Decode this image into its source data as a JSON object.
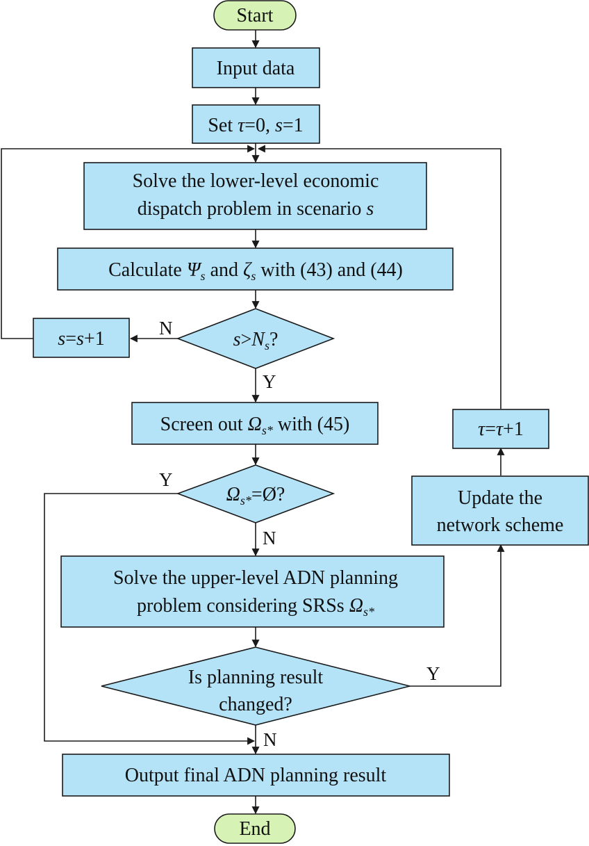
{
  "colors": {
    "process_fill": "#b4e2f6",
    "terminal_fill": "#d6f2b4",
    "stroke": "#1a1a1a"
  },
  "nodes": {
    "start": "Start",
    "input": "Input data",
    "set_pre": "Set ",
    "set_tau": "τ",
    "set_mid": "=0, ",
    "set_s": "s",
    "set_end": "=1",
    "solve_lower_1": "Solve the lower-level economic",
    "solve_lower_2": "dispatch problem in scenario ",
    "solve_lower_s": "s",
    "calc_pre": "Calculate ",
    "calc_psi": "Ψ",
    "calc_sub1": "s",
    "calc_and": " and ",
    "calc_zeta": "ζ",
    "calc_sub2": "s",
    "calc_end": " with (43) and (44)",
    "inc_s1": "s",
    "inc_eq": "=",
    "inc_s2": "s",
    "inc_end": "+1",
    "dec1_s": "s",
    "dec1_gt": ">",
    "dec1_N": "N",
    "dec1_sub": "s",
    "dec1_q": "?",
    "screen_pre": "Screen out ",
    "screen_omega": "Ω",
    "screen_sub": "s*",
    "screen_end": " with (45)",
    "dec2_omega": "Ω",
    "dec2_sub": "s*",
    "dec2_end": "=Ø?",
    "upper_1": "Solve the upper-level ADN planning",
    "upper_2": "problem considering SRSs ",
    "upper_omega": "Ω",
    "upper_sub": "s*",
    "dec3_1": "Is planning result",
    "dec3_2": "changed?",
    "update_1": "Update the",
    "update_2": "network scheme",
    "tau_1": "τ",
    "tau_eq": "=",
    "tau_2": "τ",
    "tau_end": "+1",
    "output": "Output final ADN planning result",
    "end": "End"
  },
  "labels": {
    "dec1_no": "N",
    "dec1_yes": "Y",
    "dec2_yes": "Y",
    "dec2_no": "N",
    "dec3_yes": "Y",
    "dec3_no": "N"
  }
}
